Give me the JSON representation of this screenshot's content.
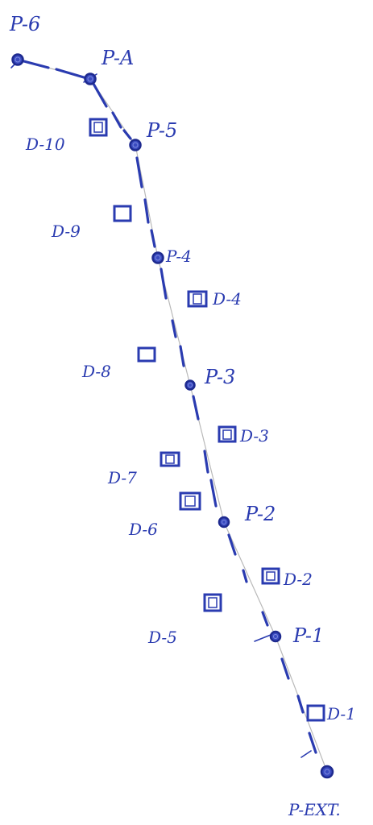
{
  "posts": [
    {
      "id": "p6",
      "label": "P-6"
    },
    {
      "id": "pa",
      "label": "P-A"
    },
    {
      "id": "p5",
      "label": "P-5"
    },
    {
      "id": "p4",
      "label": "P-4"
    },
    {
      "id": "p3",
      "label": "P-3"
    },
    {
      "id": "p2",
      "label": "P-2"
    },
    {
      "id": "p1",
      "label": "P-1"
    },
    {
      "id": "pext",
      "label": "P-EXT."
    }
  ],
  "devices": [
    {
      "id": "d10",
      "label": "D-10"
    },
    {
      "id": "d9",
      "label": "D-9"
    },
    {
      "id": "d4",
      "label": "D-4"
    },
    {
      "id": "d8",
      "label": "D-8"
    },
    {
      "id": "d3",
      "label": "D-3"
    },
    {
      "id": "d7",
      "label": "D-7"
    },
    {
      "id": "d6",
      "label": "D-6"
    },
    {
      "id": "d2",
      "label": "D-2"
    },
    {
      "id": "d5",
      "label": "D-5"
    },
    {
      "id": "d1",
      "label": "D-1"
    }
  ],
  "colors": {
    "ink": "#2a3bb0",
    "guide_line": "#b9b9b9",
    "paper": "#ffffff"
  }
}
